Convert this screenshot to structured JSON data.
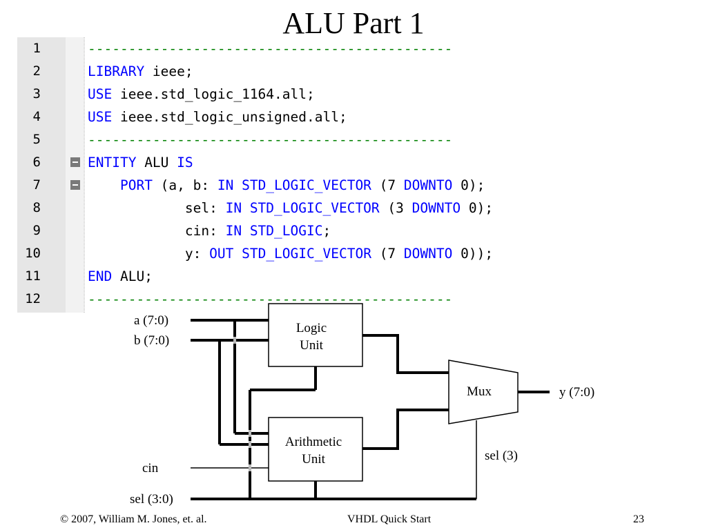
{
  "slide": {
    "title": "ALU Part 1",
    "footer_left": "© 2007, William M. Jones, et. al.",
    "footer_center": "VHDL Quick Start",
    "footer_right": "23"
  },
  "code": {
    "line_numbers": [
      "1",
      "2",
      "3",
      "4",
      "5",
      "6",
      "7",
      "8",
      "9",
      "10",
      "11",
      "12"
    ],
    "dashes": "---------------------------------------------",
    "library_kw": "LIBRARY",
    "library_name": " ieee;",
    "use_kw": "USE",
    "use1_pkg": " ieee.std_logic_1164.all;",
    "use2_pkg": " ieee.std_logic_unsigned.all;",
    "entity_kw": "ENTITY",
    "entity_name": " ALU ",
    "is_kw": "IS",
    "port_indent": "    ",
    "port_kw": "PORT",
    "port_ab": " (a, b: ",
    "in_kw": "IN",
    "slv_kw": " STD_LOGIC_VECTOR",
    "std_logic_kw": " STD_LOGIC",
    "downto_kw": "DOWNTO",
    "range7_open": " (7 ",
    "range3_open": " (3 ",
    "range_close": " 0);",
    "range_close_final": " 0));",
    "sig_indent": "            ",
    "sel_label": "sel: ",
    "cin_label": "cin: ",
    "cin_end": ";",
    "y_label": "y: ",
    "out_kw": "OUT",
    "end_kw": "END",
    "end_name": " ALU;"
  },
  "diagram": {
    "a_label": "a (7:0)",
    "b_label": "b (7:0)",
    "cin_label": "cin",
    "sel_in_label": "sel (3:0)",
    "logic_line1": "Logic",
    "logic_line2": "Unit",
    "arith_line1": "Arithmetic",
    "arith_line2": "Unit",
    "mux_label": "Mux",
    "y_label": "y (7:0)",
    "sel3_label": "sel (3)"
  }
}
